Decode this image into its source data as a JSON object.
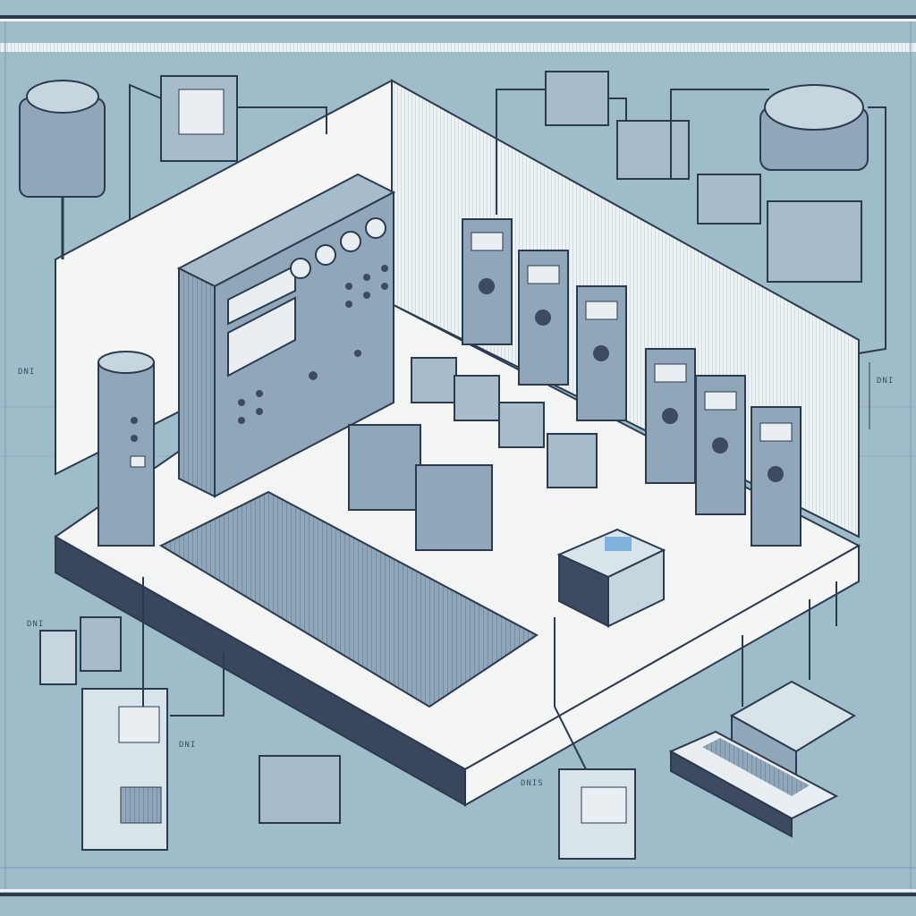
{
  "diagram": {
    "title": "Isometric control room equipment layout (blueprint style)",
    "style": "blueprint isometric line illustration",
    "colors": {
      "background": "#9fbccb",
      "grid_line": "#7f9cb0",
      "ink": "#2c3a4e",
      "platform_top": "#f3f5f4",
      "platform_side": "#39465b",
      "equipment_face": "#8fa7b9",
      "equipment_light": "#c7d5df",
      "equipment_dark": "#3d4a60",
      "screen": "#e8eef2",
      "screen_accent": "#7fb2dc",
      "border_band": "#d8e3ea"
    },
    "components": [
      {
        "id": "main-control-panel",
        "label": "Main control panel with gauges and displays"
      },
      {
        "id": "cylindrical-cabinet",
        "label": "Cylindrical cabinet unit"
      },
      {
        "id": "terminal-rack",
        "label": "Terminal block rack"
      },
      {
        "id": "relay-modules",
        "label": "Relay modules row"
      },
      {
        "id": "transformer-units",
        "label": "Transformer units"
      },
      {
        "id": "meter-units",
        "label": "Wall-mounted meter units (6)"
      },
      {
        "id": "display-box",
        "label": "Display box"
      },
      {
        "id": "sensor-top-left",
        "label": "Round sensor (top left)"
      },
      {
        "id": "sensor-top-right",
        "label": "Round sensor (top right)"
      },
      {
        "id": "junction-boxes",
        "label": "Junction boxes (top)"
      },
      {
        "id": "tower-computer",
        "label": "Tower computer (bottom left)"
      },
      {
        "id": "power-socket",
        "label": "Power socket (left)"
      },
      {
        "id": "connector-block",
        "label": "Connector block (bottom)"
      },
      {
        "id": "small-monitor",
        "label": "Small monitor (bottom center)"
      },
      {
        "id": "workstation",
        "label": "Workstation with keyboard (bottom right)"
      }
    ],
    "annotations": [
      "DNI",
      "DNI",
      "DNI",
      "DNI",
      "DNIS"
    ]
  }
}
